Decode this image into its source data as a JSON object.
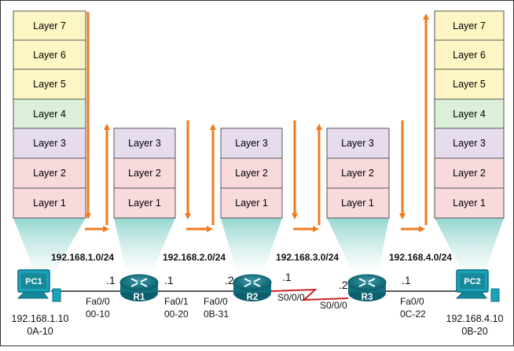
{
  "layer_labels": {
    "l7": "Layer 7",
    "l6": "Layer 6",
    "l5": "Layer 5",
    "l4": "Layer 4",
    "l3": "Layer 3",
    "l2": "Layer 2",
    "l1": "Layer 1"
  },
  "colors": {
    "l7": "#fdf6c4",
    "l6": "#fdf6c4",
    "l5": "#fdf6c4",
    "l4": "#dcefd9",
    "l3": "#e6dcee",
    "l2": "#f8d9dc",
    "l1": "#f8d9dc",
    "arrow": "#f07a1e",
    "beam": "#7fcac4",
    "router": "#0f6f7e",
    "serial": "#cc2229"
  },
  "devices": {
    "pc1": {
      "name": "PC1",
      "ip": "192.168.1.10",
      "mac": "0A-10"
    },
    "pc2": {
      "name": "PC2",
      "ip": "192.168.4.10",
      "mac": "0B-20"
    },
    "r1": {
      "name": "R1"
    },
    "r2": {
      "name": "R2"
    },
    "r3": {
      "name": "R3"
    }
  },
  "networks": {
    "n1": "192.168.1.0/24",
    "n2": "192.168.2.0/24",
    "n3": "192.168.3.0/24",
    "n4": "192.168.4.0/24"
  },
  "interfaces": {
    "r1_left": {
      "host": ".1",
      "port": "Fa0/0",
      "mac": "00-10"
    },
    "r1_right": {
      "host": ".1",
      "port": "Fa0/1",
      "mac": "00-20"
    },
    "r2_left": {
      "host": ".2",
      "port": "Fa0/0",
      "mac": "0B-31"
    },
    "r2_right": {
      "host": ".1",
      "port": "S0/0/0"
    },
    "r3_left": {
      "host": ".2",
      "port": "S0/0/0"
    },
    "r3_right": {
      "host": ".1",
      "port": "Fa0/0",
      "mac": "0C-22"
    }
  }
}
